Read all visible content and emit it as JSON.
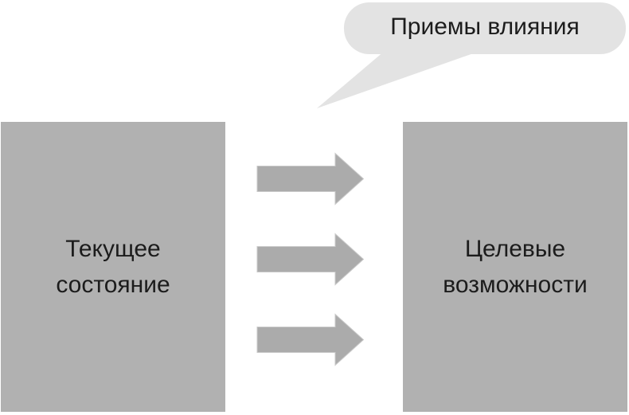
{
  "diagram": {
    "callout": {
      "label": "Приемы влияния"
    },
    "left_box": {
      "lines": [
        "Текущее",
        "состояние"
      ]
    },
    "right_box": {
      "lines": [
        "Целевые",
        "возможности"
      ]
    },
    "arrows": {
      "count": 3,
      "direction": "right"
    }
  },
  "colors": {
    "background": "#ffffff",
    "box_fill": "#b1b1b1",
    "arrow_fill": "#ababab",
    "arrow_outline": "#c9c9c9",
    "callout_fill": "#e3e3e3",
    "text": "#1c1c1c"
  }
}
